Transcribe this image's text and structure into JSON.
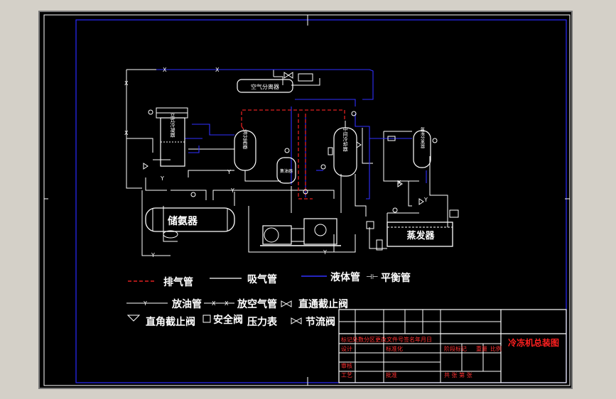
{
  "diagram": {
    "equipment": {
      "air_separator": "空气分离器",
      "condenser_vertical": "立式冷凝器",
      "oil_separator": "油分离器",
      "oil_collector": "集油器",
      "intercooler": "中间冷却器",
      "liquid_separator": "氨液分离器",
      "receiver": "储氨器",
      "evaporator": "蒸发器"
    },
    "legend": {
      "discharge": "排气管",
      "suction": "吸气管",
      "liquid": "液体管",
      "balance": "平衡管",
      "oil_drain": "放油管",
      "air_vent": "放空气管",
      "straight_valve": "直通截止阀",
      "angle_valve": "直角截止阀",
      "safety_valve": "安全阀",
      "gauge": "压力表",
      "throttle": "节流阀"
    },
    "title_block": {
      "drawing_title": "冷冻机总装图",
      "row_labels": "标记处数分区更改文件号签名年月日",
      "design": "设计",
      "standard": "标准化",
      "stage_mark": "阶段标记",
      "weight": "重量",
      "scale": "比例",
      "review": "审核",
      "process": "工艺",
      "approve": "批准",
      "sheets": "共 张 第 张"
    },
    "colors": {
      "background": "#000000",
      "window": "#d4d0c8",
      "frame": "#ffffff",
      "discharge": "#e02020",
      "liquid": "#3030ff",
      "suction": "#ffffff",
      "title": "#ff2020"
    }
  }
}
